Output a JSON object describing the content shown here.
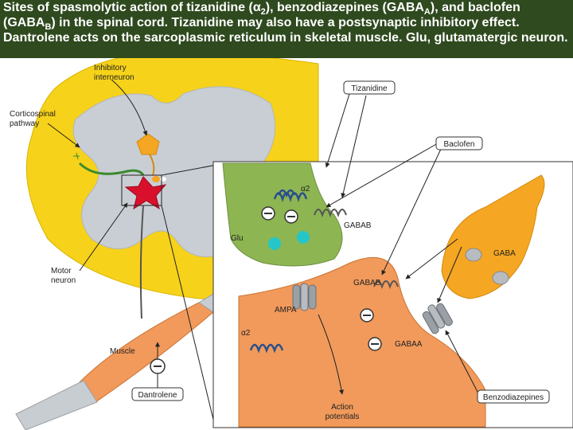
{
  "caption": {
    "part1": "Sites of spasmolytic action of tizanidine (α",
    "part1_sub": "2",
    "part2": "), benzodiazepines (GABA",
    "part2_sub": "A",
    "part3": "), and baclofen (GABA",
    "part3_sub": "B",
    "part4": ") in the spinal cord. Tizanidine may also have a postsynaptic inhibitory effect. Dantrolene acts on the sarcoplasmic reticulum in skeletal muscle. Glu, glutamatergic neuron."
  },
  "labels": {
    "inhibitory_interneuron": [
      "Inhibitory",
      "interneuron"
    ],
    "corticospinal_pathway": [
      "Corticospinal",
      "pathway"
    ],
    "motor_neuron": [
      "Motor",
      "neuron"
    ],
    "muscle": "Muscle",
    "dantrolene": "Dantrolene",
    "tizanidine": "Tizanidine",
    "baclofen": "Baclofen",
    "benzodiazepines": "Benzodiazepines",
    "alpha2_top": "α2",
    "alpha2_left": "α2",
    "glu": "Glu",
    "gaba_b_top": "GABAB",
    "gaba": "GABA",
    "gaba_b_mid": "GABAB",
    "ampa": "AMPA",
    "gaba_a": "GABAA",
    "action_potentials": [
      "Action",
      "potentials"
    ]
  },
  "colors": {
    "caption_bg": "#2f4a1f",
    "spinal_yellow": "#f6d21a",
    "gray_matter": "#c9ced4",
    "glu_green": "#8db552",
    "motor_orange": "#f19a5b",
    "interneuron_orange": "#f5a623",
    "red_neuron": "#d8102b",
    "receptor_blue": "#2a4f8c",
    "vesicle_cyan": "#24c6c9"
  }
}
